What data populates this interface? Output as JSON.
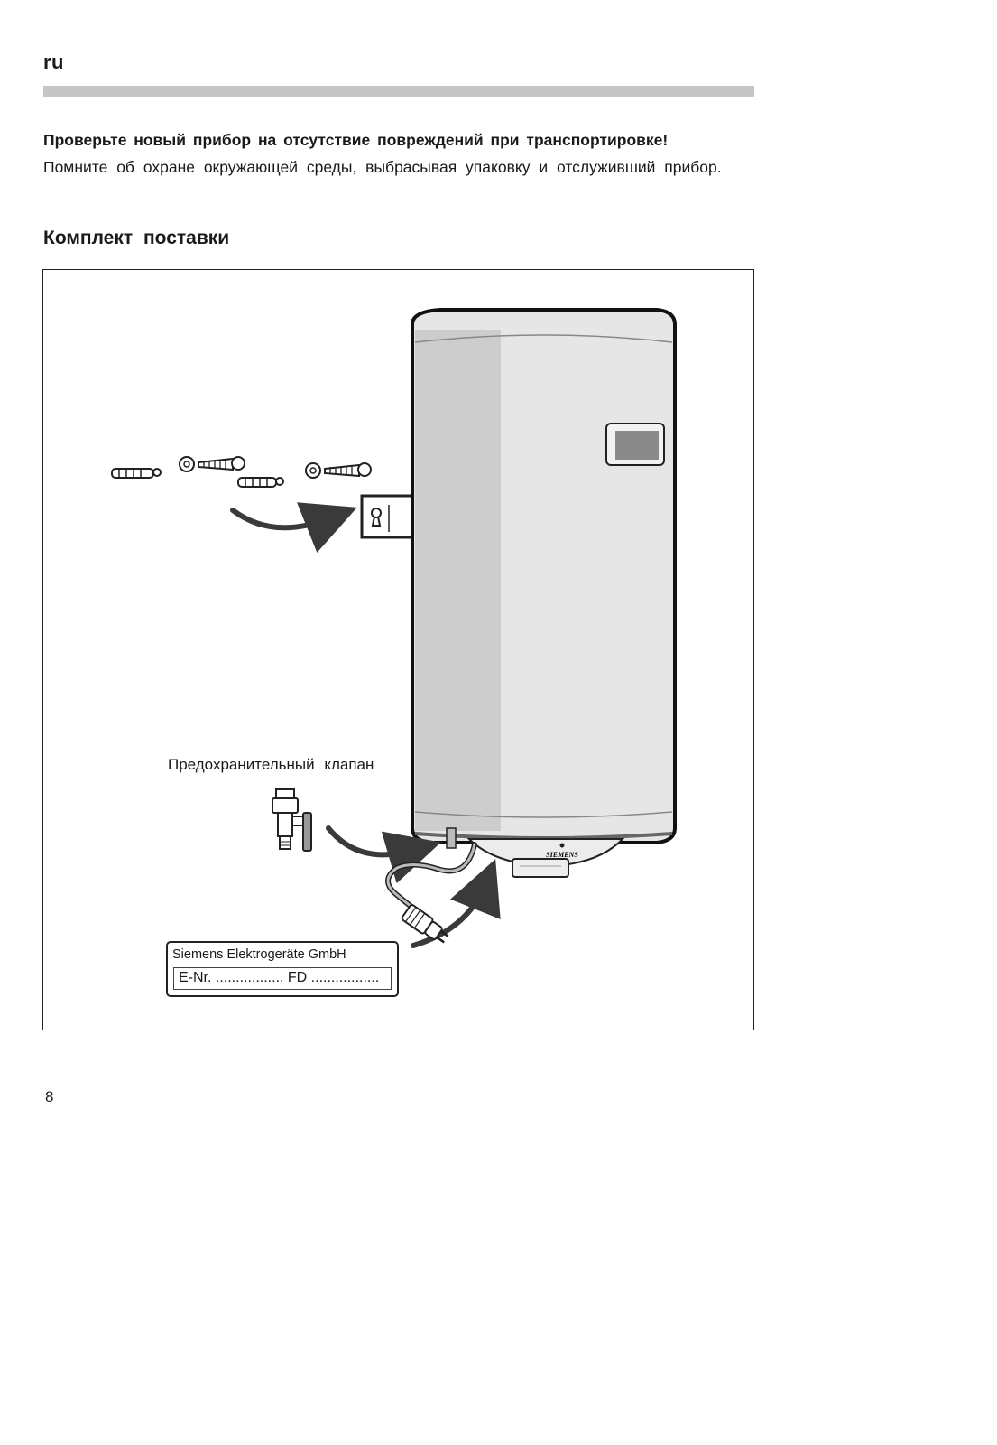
{
  "header": {
    "language_code": "ru"
  },
  "intro": {
    "warning": "Проверьте новый прибор на отсутствие повреждений при транспортировке!",
    "environment_note": "Помните об охране окружающей среды, выбрасывая упаковку и отслуживший прибор."
  },
  "section": {
    "title": "Комплект поставки"
  },
  "figure": {
    "valve_label": "Предохранительный клапан",
    "brand_mark": "SIEMENS",
    "plate": {
      "manufacturer": "Siemens Elektrogeräte GmbH",
      "fields": "E-Nr. ................. FD ................."
    }
  },
  "footer": {
    "page_number": "8"
  },
  "colors": {
    "rule": "#c6c6c6",
    "tank_body": "#e6e6e6",
    "tank_shadow": "#cdcdcd",
    "arrow": "#3a3a3a"
  }
}
